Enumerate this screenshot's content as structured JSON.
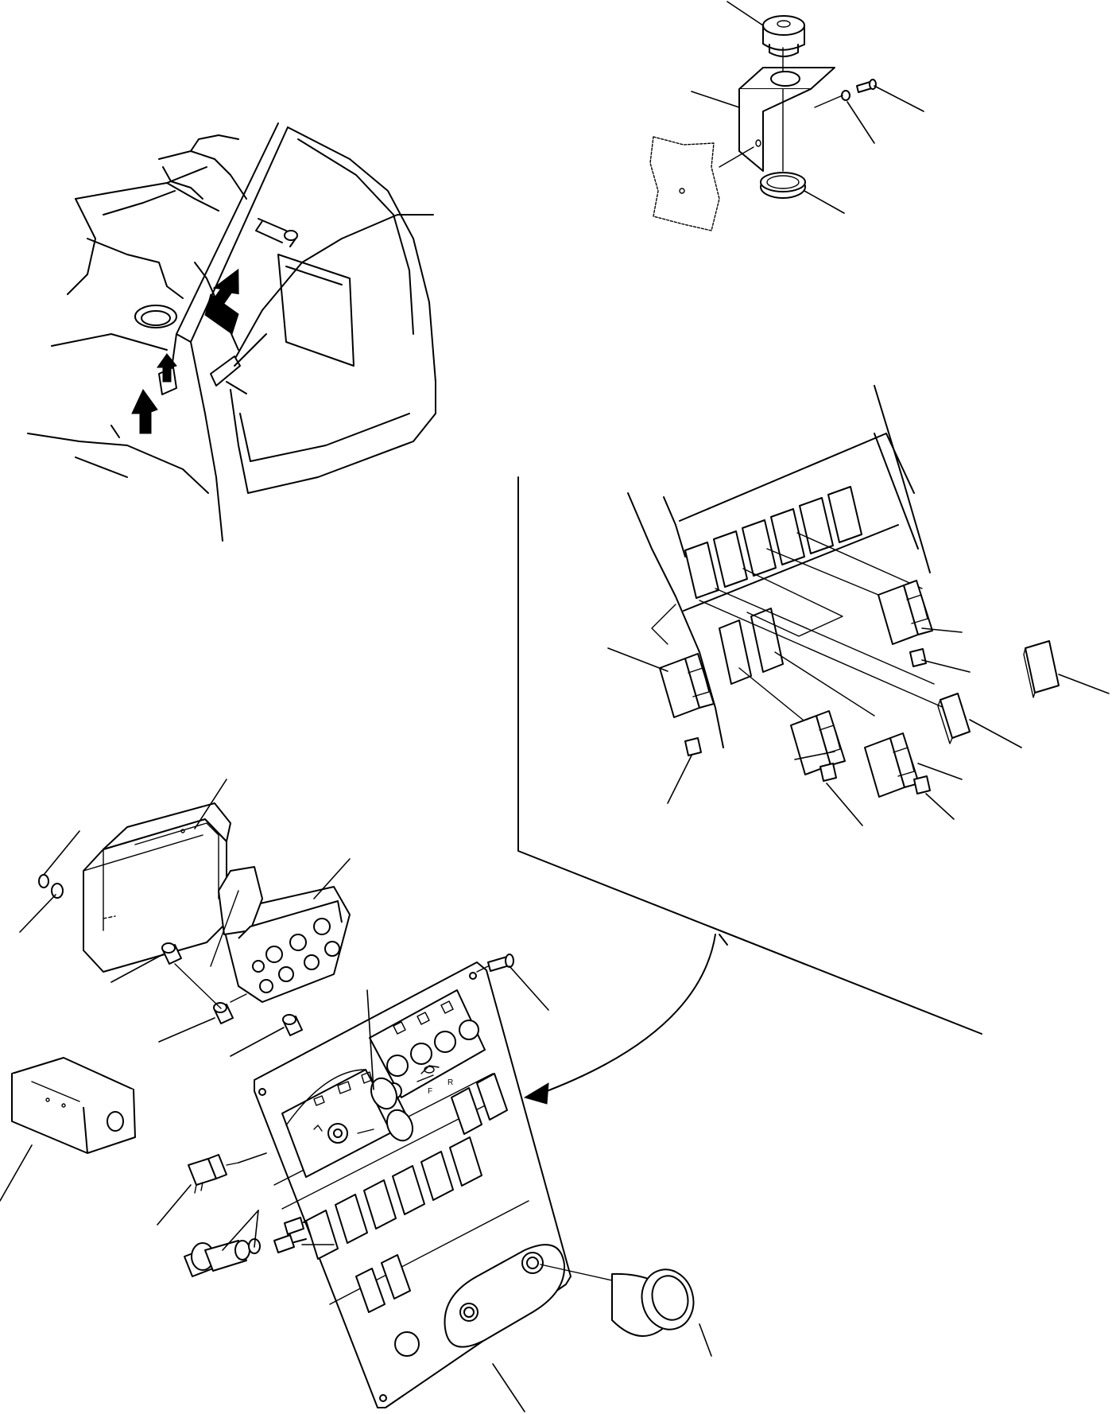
{
  "diagram": {
    "panel_markings": {
      "forward": "F",
      "reverse": "R"
    },
    "rocker_switch_slots_count": 8,
    "callout_lines_count": 26,
    "colors": {
      "line": "#000000",
      "background": "#ffffff"
    }
  }
}
